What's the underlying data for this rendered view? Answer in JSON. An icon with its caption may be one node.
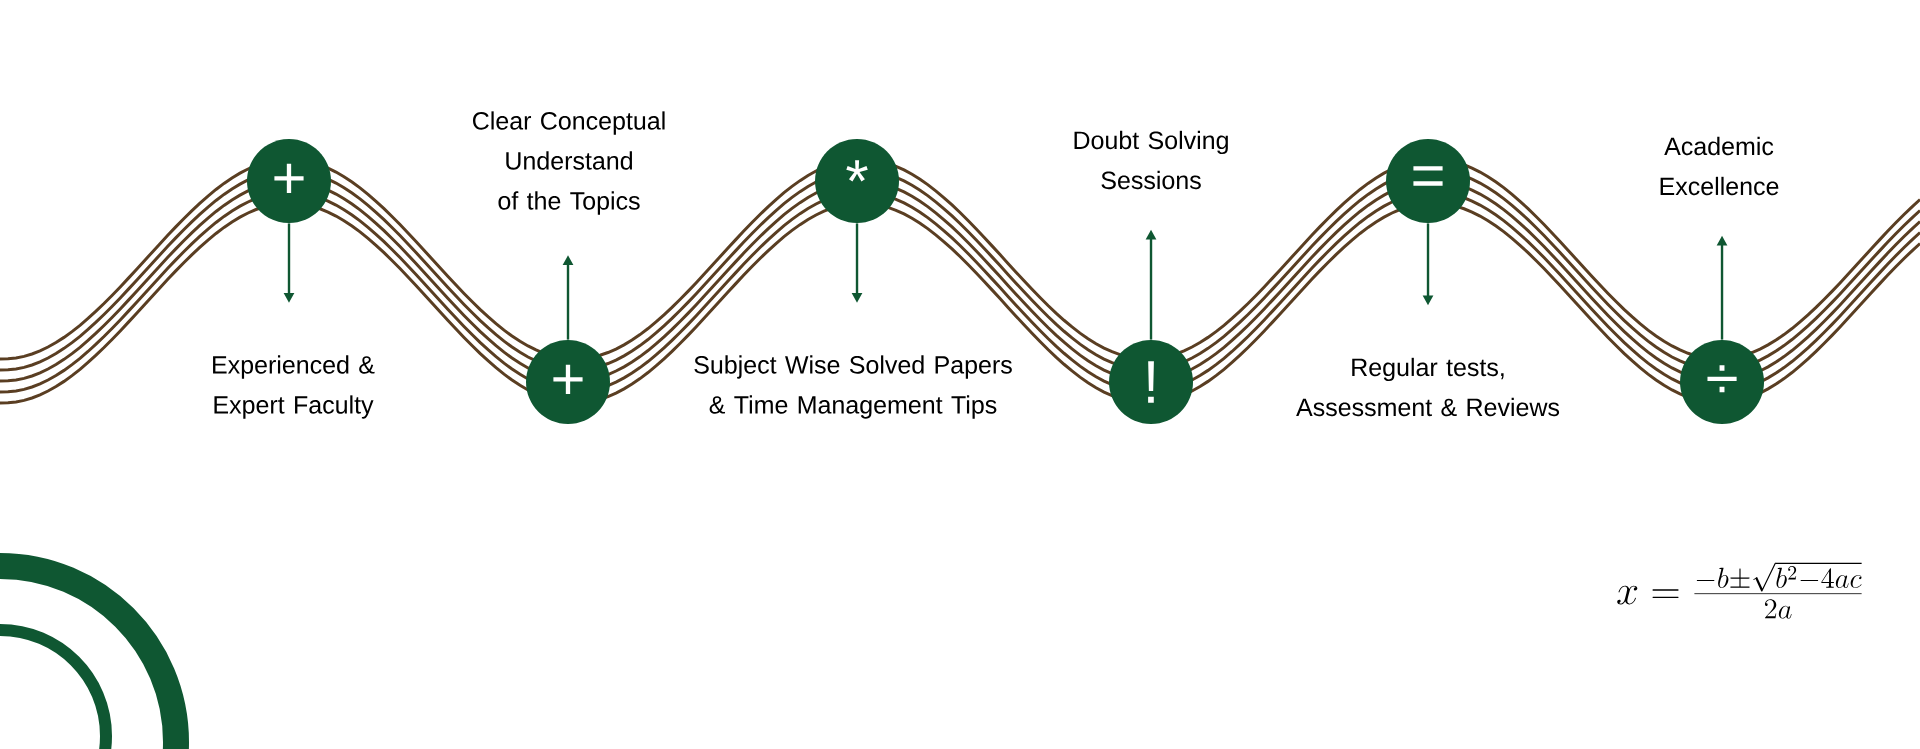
{
  "diagram": {
    "nodes": [
      {
        "text": [
          "+"
        ]
      },
      {
        "text": [
          "Experienced & Expert Faculty"
        ]
      },
      {
        "text": [
          "+"
        ]
      },
      {
        "text": [
          "Clear Conceptual Understand of the Topics"
        ]
      },
      {
        "text": [
          "*"
        ]
      },
      {
        "text": [
          "Subject Wise Solved Papers & Time Management Tips"
        ]
      },
      {
        "text": [
          "!"
        ]
      },
      {
        "text": [
          "Doubt Solving Sessions"
        ]
      },
      {
        "text": [
          "="
        ]
      },
      {
        "text": [
          "Regular tests, Assessment & Reviews"
        ]
      },
      {
        "text": [
          "÷"
        ]
      },
      {
        "text": [
          "Academic Excellence"
        ]
      }
    ],
    "edges": [
      {
        "from": 0,
        "to": 1,
        "arrow": "to"
      },
      {
        "from": 2,
        "to": 3,
        "arrow": "to"
      },
      {
        "from": 4,
        "to": 5,
        "arrow": "to"
      },
      {
        "from": 6,
        "to": 7,
        "arrow": "to"
      },
      {
        "from": 8,
        "to": 9,
        "arrow": "to"
      },
      {
        "from": 10,
        "to": 11,
        "arrow": "to"
      }
    ],
    "labels": [
      "x=\\frac{-b\\pm\\sqrt{b^{2}-4ac}}{2a}"
    ]
  }
}
